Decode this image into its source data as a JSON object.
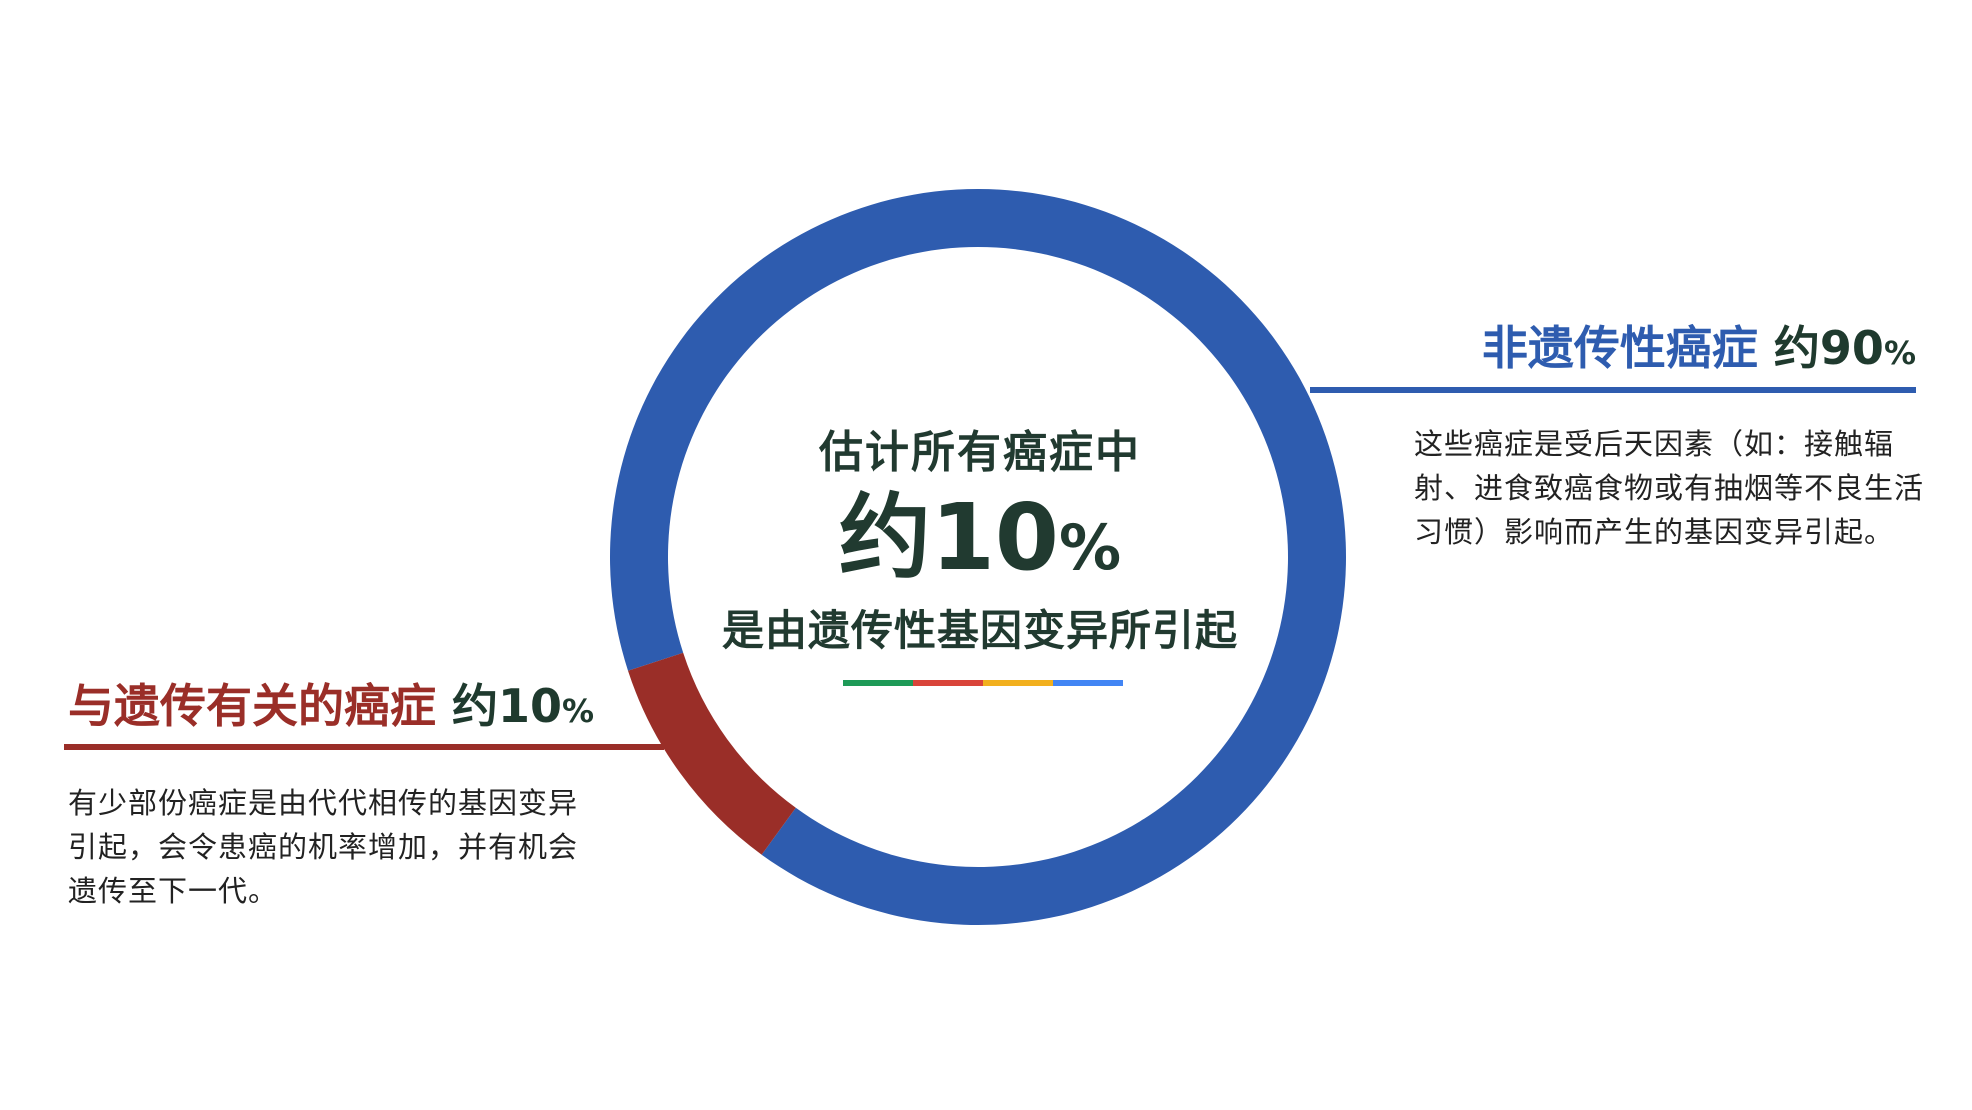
{
  "chart_data": {
    "type": "pie",
    "title": "",
    "categories": [
      "非遗传性癌症",
      "与遗传有关的癌症"
    ],
    "values": [
      90,
      10
    ],
    "colors": [
      "#2e5caf",
      "#9a2e28"
    ],
    "legend_placement": "sides"
  },
  "center": {
    "line1": "估计所有癌症中",
    "big_prefix": "约10",
    "big_pct": "%",
    "line3": "是由遗传性基因变异所引起"
  },
  "accent_colors": [
    "#1e9a57",
    "#d9443a",
    "#f2b01e",
    "#4285f4"
  ],
  "right_label": {
    "title": "非遗传性癌症",
    "suffix": "约90",
    "pct": "%",
    "description": "这些癌症是受后天因素（如：接触辐射、进食致癌食物或有抽烟等不良生活习惯）影响而产生的基因变异引起。"
  },
  "left_label": {
    "title": "与遗传有关的癌症",
    "suffix": "约10",
    "pct": "%",
    "description": "有少部份癌症是由代代相传的基因变异引起，会令患癌的机率增加，并有机会遗传至下一代。"
  }
}
